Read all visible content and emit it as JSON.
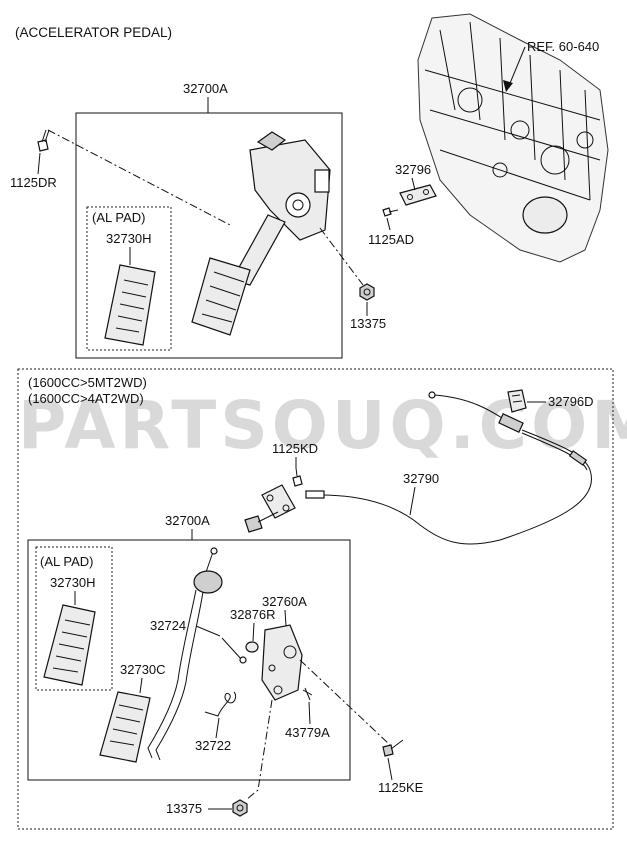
{
  "top_section": {
    "title": "(ACCELERATOR PEDAL)",
    "ref": "REF. 60-640",
    "labels": {
      "assembly": "32700A",
      "bolt": "1125DR",
      "al_pad_group": "(AL PAD)",
      "pad": "32730H",
      "bracket": "32796",
      "bracket_bolt": "1125AD",
      "nut": "13375"
    }
  },
  "bottom_section": {
    "spec_line1": "(1600CC>5MT2WD)",
    "spec_line2": "(1600CC>4AT2WD)",
    "labels": {
      "cable_clip": "32796D",
      "cable_bolt": "1125KD",
      "cable": "32790",
      "assembly": "32700A",
      "al_pad_group": "(AL PAD)",
      "al_pad": "32730H",
      "pedal_arm": "32724",
      "stopper": "32876R",
      "bracket": "32760A",
      "pad": "32730C",
      "spring": "32722",
      "pin": "43779A",
      "nut": "13375",
      "bolt": "1125KE"
    }
  },
  "watermark": "PARTSOUQ.COM"
}
